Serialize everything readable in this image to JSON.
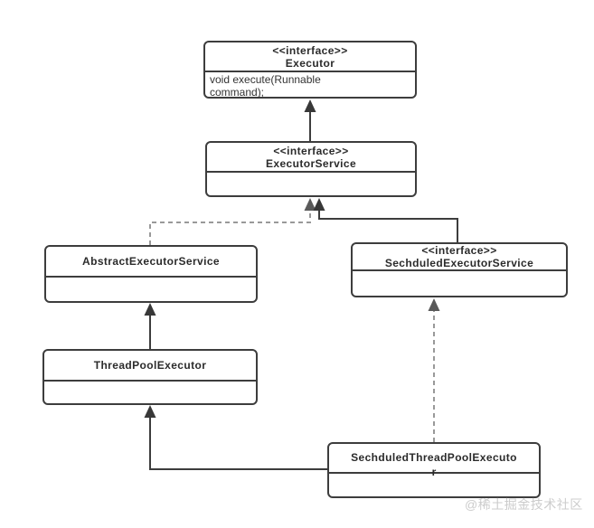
{
  "diagram": {
    "type": "uml-class-diagram",
    "topic": "Java Executor framework class hierarchy",
    "nodes": {
      "executor": {
        "stereotype": "<<interface>>",
        "name": "Executor",
        "member1": "void execute(Runnable",
        "member2": "command);"
      },
      "executorService": {
        "stereotype": "<<interface>>",
        "name": "ExecutorService"
      },
      "abstractExecutorService": {
        "name": "AbstractExecutorService"
      },
      "sechduledExecutorService": {
        "stereotype": "<<interface>>",
        "name": "SechduledExecutorService"
      },
      "threadPoolExecutor": {
        "name": "ThreadPoolExecutor"
      },
      "sechduledThreadPoolExecutor": {
        "name": "SechduledThreadPoolExecuto",
        "nameOverflow": "r"
      }
    },
    "edges": [
      {
        "from": "ExecutorService",
        "to": "Executor",
        "relation": "extends",
        "line": "solid",
        "arrowhead": "filled-triangle"
      },
      {
        "from": "AbstractExecutorService",
        "to": "ExecutorService",
        "relation": "implements",
        "line": "dashed",
        "arrowhead": "filled-triangle"
      },
      {
        "from": "SechduledExecutorService",
        "to": "ExecutorService",
        "relation": "extends",
        "line": "solid",
        "arrowhead": "filled-triangle"
      },
      {
        "from": "ThreadPoolExecutor",
        "to": "AbstractExecutorService",
        "relation": "extends",
        "line": "solid",
        "arrowhead": "filled-triangle"
      },
      {
        "from": "SechduledThreadPoolExecutor",
        "to": "ThreadPoolExecutor",
        "relation": "extends",
        "line": "solid",
        "arrowhead": "filled-triangle"
      },
      {
        "from": "SechduledThreadPoolExecutor",
        "to": "SechduledExecutorService",
        "relation": "implements",
        "line": "dashed",
        "arrowhead": "filled-triangle"
      }
    ],
    "colors": {
      "background": "#ffffff",
      "boxBorder": "#3d3d3d",
      "solidLine": "#3d3d3d",
      "dashedLine": "#999999",
      "arrowheadSolid": "#383838",
      "arrowheadDashed": "#5a5a5a",
      "titleText": "#2b2b2b",
      "memberText": "#333333",
      "watermarkText": "#cccccc"
    }
  },
  "watermark": "@稀土掘金技术社区"
}
